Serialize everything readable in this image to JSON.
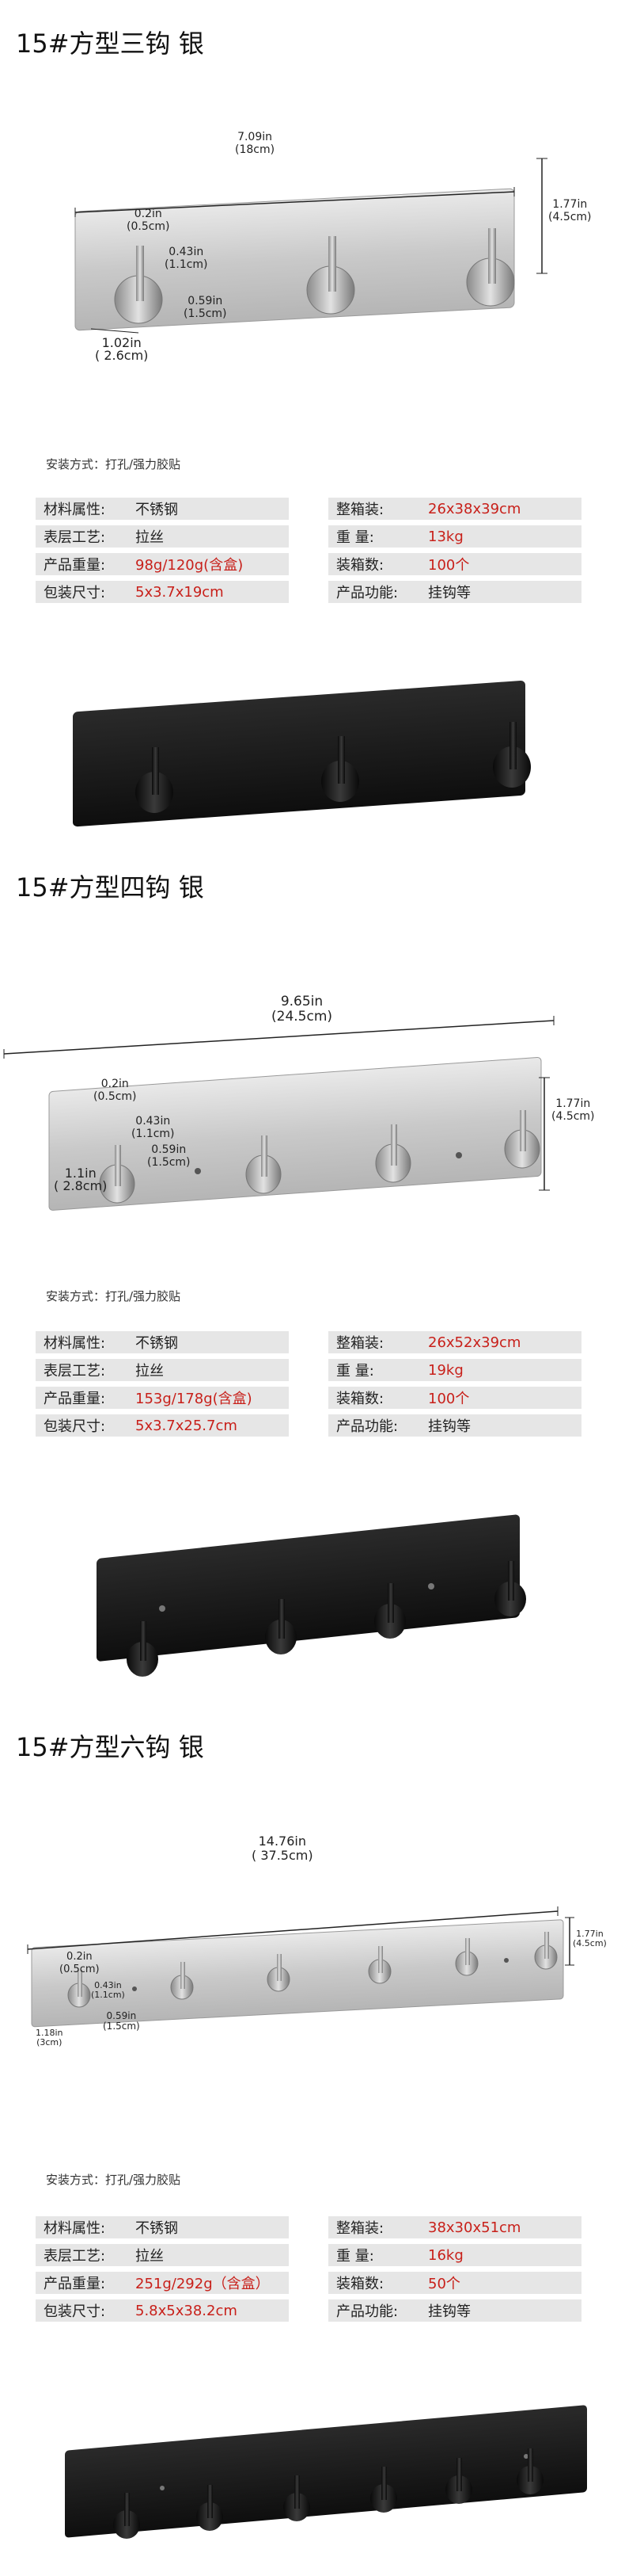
{
  "sections": [
    {
      "title": "15#方型三钩 银",
      "dims": {
        "width_in": "7.09in",
        "width_cm": "(18cm)",
        "height_in": "1.77in",
        "height_cm": "(4.5cm)",
        "hook_w_in": "0.2in",
        "hook_w_cm": "(0.5cm)",
        "hook_h_in": "0.43in",
        "hook_h_cm": "(1.1cm)",
        "hook_d_in": "0.59in",
        "hook_d_cm": "(1.5cm)",
        "depth_in": "1.02in",
        "depth_cm": "( 2.6cm)"
      },
      "install": "安装方式：打孔/强力胶贴",
      "specs": [
        {
          "k1": "材料属性:",
          "v1": "不锈钢",
          "k2": "整箱装:",
          "v2": "26x38x39cm"
        },
        {
          "k1": "表层工艺:",
          "v1": "拉丝",
          "k2": "重    量:",
          "v2": "13kg"
        },
        {
          "k1": "产品重量:",
          "v1": "98g/120g(含盒)",
          "k2": "装箱数:",
          "v2": "100个"
        },
        {
          "k1": "包装尺寸:",
          "v1": "5x3.7x19cm",
          "k2": "产品功能:",
          "v2": "挂钩等"
        }
      ]
    },
    {
      "title": "15#方型四钩 银",
      "dims": {
        "width_in": "9.65in",
        "width_cm": "(24.5cm)",
        "height_in": "1.77in",
        "height_cm": "(4.5cm)",
        "hook_w_in": "0.2in",
        "hook_w_cm": "(0.5cm)",
        "hook_h_in": "0.43in",
        "hook_h_cm": "(1.1cm)",
        "hook_d_in": "0.59in",
        "hook_d_cm": "(1.5cm)",
        "depth_in": "1.1in",
        "depth_cm": "( 2.8cm)"
      },
      "install": "安装方式：打孔/强力胶贴",
      "specs": [
        {
          "k1": "材料属性:",
          "v1": "不锈钢",
          "k2": "整箱装:",
          "v2": "26x52x39cm"
        },
        {
          "k1": "表层工艺:",
          "v1": "拉丝",
          "k2": "重    量:",
          "v2": "19kg"
        },
        {
          "k1": "产品重量:",
          "v1": "153g/178g(含盒)",
          "k2": "装箱数:",
          "v2": "100个"
        },
        {
          "k1": "包装尺寸:",
          "v1": "5x3.7x25.7cm",
          "k2": "产品功能:",
          "v2": "挂钩等"
        }
      ]
    },
    {
      "title": "15#方型六钩 银",
      "dims": {
        "width_in": "14.76in",
        "width_cm": "( 37.5cm)",
        "height_in": "1.77in",
        "height_cm": "(4.5cm)",
        "hook_w_in": "0.2in",
        "hook_w_cm": "(0.5cm)",
        "hook_h_in": "0.43in",
        "hook_h_cm": "(1.1cm)",
        "hook_d_in": "0.59in",
        "hook_d_cm": "(1.5cm)",
        "depth_in": "1.18in",
        "depth_cm": "(3cm)"
      },
      "install": "安装方式：打孔/强力胶贴",
      "specs": [
        {
          "k1": "材料属性:",
          "v1": "不锈钢",
          "k2": "整箱装:",
          "v2": "38x30x51cm"
        },
        {
          "k1": "表层工艺:",
          "v1": "拉丝",
          "k2": "重    量:",
          "v2": "16kg"
        },
        {
          "k1": "产品重量:",
          "v1": "251g/292g（含盒）",
          "k2": "装箱数:",
          "v2": "50个"
        },
        {
          "k1": "包装尺寸:",
          "v1": "5.8x5x38.2cm",
          "k2": "产品功能:",
          "v2": "挂钩等"
        }
      ]
    }
  ],
  "colors": {
    "value_red": "#c8201a",
    "cell_bg": "#e6e6e6",
    "steel": "#c8c8c8",
    "black": "#151515"
  }
}
